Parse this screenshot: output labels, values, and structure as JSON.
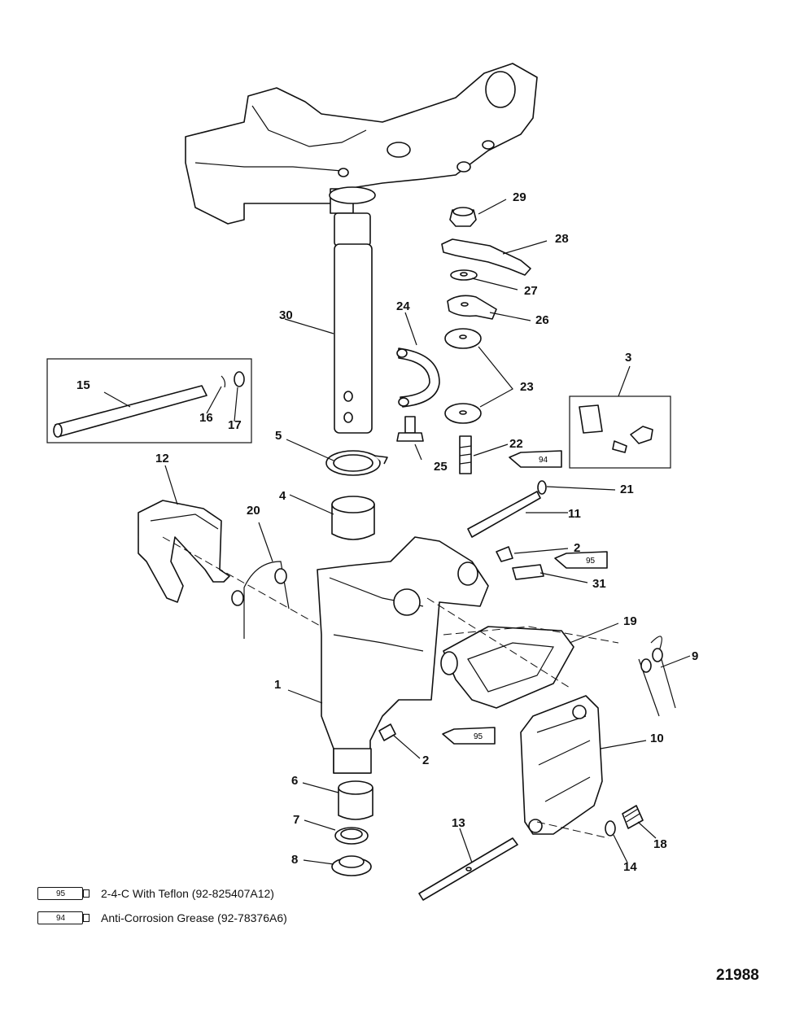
{
  "figure_number": "21988",
  "legend": [
    {
      "code": "95",
      "description": "2-4-C With Teflon (92-825407A12)"
    },
    {
      "code": "94",
      "description": "Anti-Corrosion Grease (92-78376A6)"
    }
  ],
  "callouts": [
    "29",
    "28",
    "27",
    "26",
    "30",
    "24",
    "3",
    "23",
    "15",
    "16",
    "17",
    "5",
    "22",
    "25",
    "12",
    "4",
    "21",
    "11",
    "20",
    "2",
    "31",
    "19",
    "9",
    "1",
    "10",
    "2",
    "6",
    "7",
    "13",
    "18",
    "14",
    "8"
  ],
  "tube_labels": [
    "94",
    "95",
    "95"
  ]
}
